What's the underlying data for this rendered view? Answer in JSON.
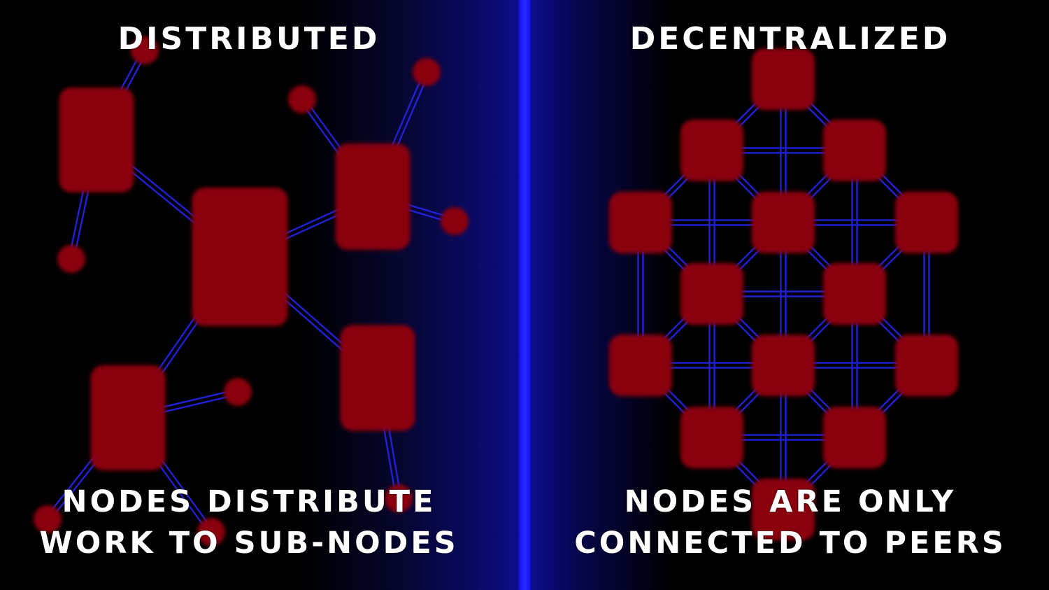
{
  "left": {
    "title": "DISTRIBUTED",
    "caption_line1": "NODES DISTRIBUTE",
    "caption_line2": "WORK TO SUB-NODES"
  },
  "right": {
    "title": "DECENTRALIZED",
    "caption_line1": "NODES ARE ONLY",
    "caption_line2": "CONNECTED TO PEERS"
  },
  "colors": {
    "node": "#8a0008",
    "edge": "#2020d0",
    "divider": "#2a2aff"
  }
}
